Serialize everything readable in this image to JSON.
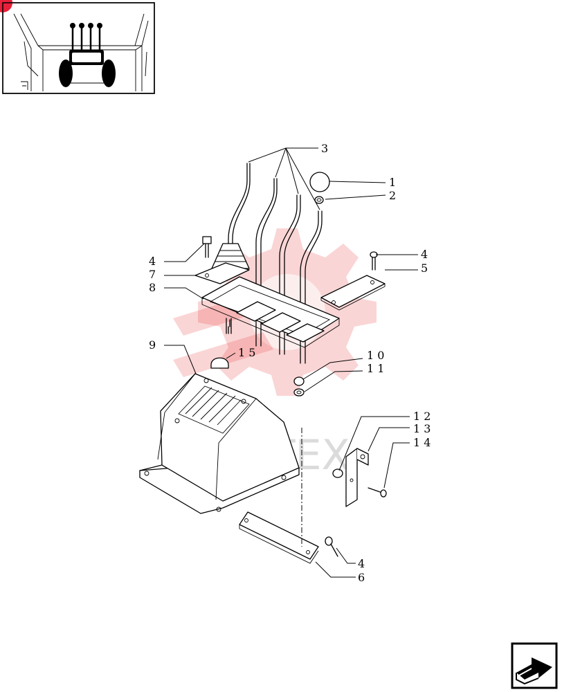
{
  "labels": {
    "l1": "1",
    "l2": "2",
    "l3": "3",
    "l4a": "4",
    "l4b": "4",
    "l4c": "4",
    "l5": "5",
    "l6": "6",
    "l7": "7",
    "l8": "8",
    "l9": "9",
    "l10": "1 0",
    "l11": "1 1",
    "l12": "1 2",
    "l13": "1 3",
    "l14": "1 4",
    "l15": "1 5"
  },
  "watermark": {
    "text": "ИНТЕХ",
    "color": "#e8403e"
  },
  "icons": {
    "thumbnail": "cab-levers-thumbnail",
    "nav": "next-page-arrow-icon"
  },
  "colors": {
    "corner_marker": "#e8203a",
    "ink": "#000000"
  }
}
